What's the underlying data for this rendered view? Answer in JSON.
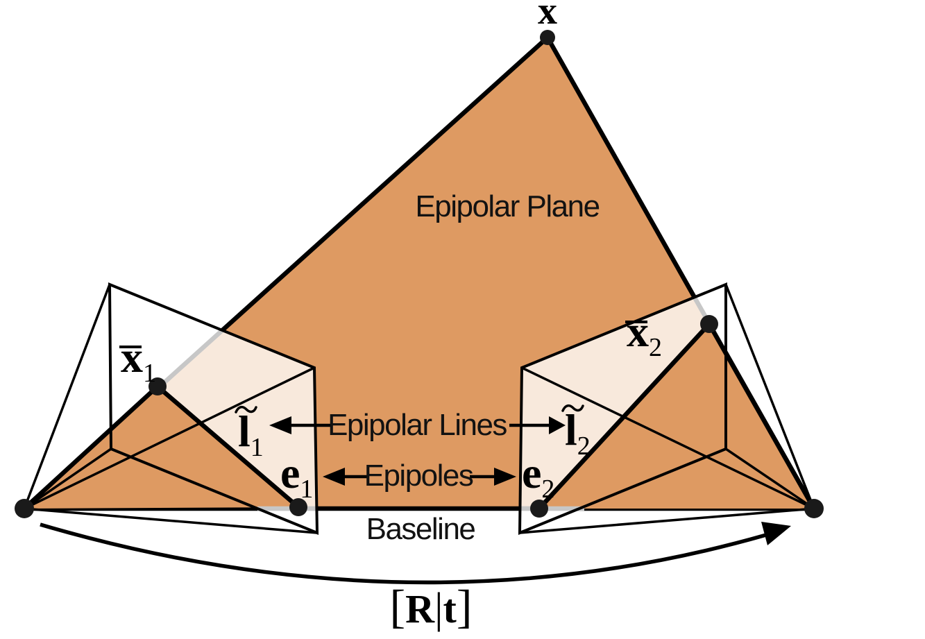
{
  "labels": {
    "world_point": "x",
    "image_point_left": {
      "base": "x",
      "sub": "1",
      "accent": "overbar"
    },
    "image_point_right": {
      "base": "x",
      "sub": "2",
      "accent": "overbar"
    },
    "epipolar_line_left": {
      "base": "l",
      "sub": "1",
      "accent": "tilde"
    },
    "epipolar_line_right": {
      "base": "l",
      "sub": "2",
      "accent": "tilde"
    },
    "epipole_left": {
      "base": "e",
      "sub": "1"
    },
    "epipole_right": {
      "base": "e",
      "sub": "2"
    },
    "plane_label": "Epipolar Plane",
    "lines_label": "Epipolar Lines",
    "epipoles_label": "Epipoles",
    "baseline_label": "Baseline",
    "transform": {
      "open": "[",
      "rotation": "R",
      "divider": "|",
      "translation": "t",
      "close": "]"
    }
  },
  "colors": {
    "plane_orange": "#DE9A62",
    "image_plane_tint": "#F8E9DC",
    "occluded_gray": "#C7C7C7",
    "ink": "#000000",
    "background": "#FFFFFF"
  }
}
